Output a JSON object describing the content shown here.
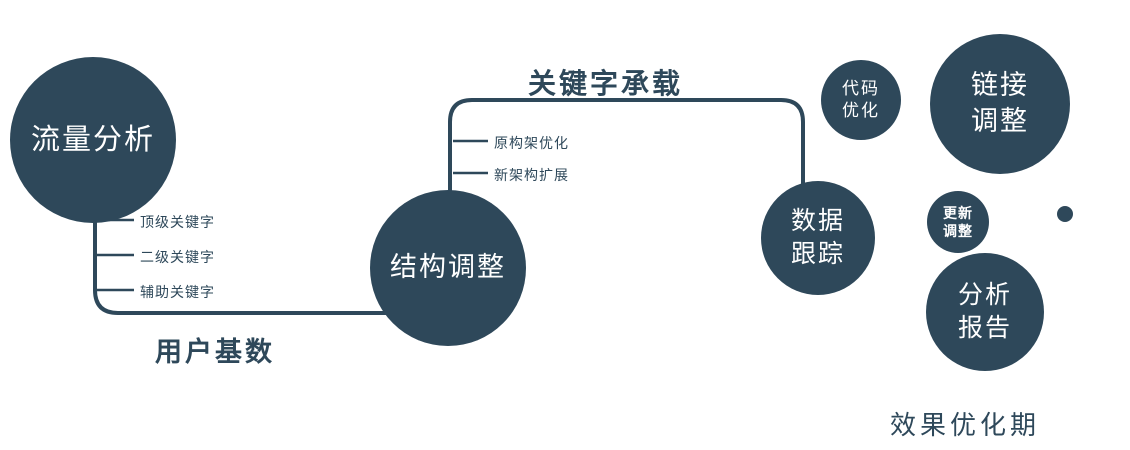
{
  "nodes": {
    "traffic": {
      "label": "流量分析"
    },
    "structure": {
      "label": "结构调整"
    },
    "data_tracking": {
      "lines": [
        "数据",
        "跟踪"
      ]
    },
    "code_optimization": {
      "lines": [
        "代码",
        "优化"
      ]
    },
    "link_adjustment": {
      "lines": [
        "链接",
        "调整"
      ]
    },
    "update_adjustment": {
      "lines": [
        "更新",
        "调整"
      ]
    },
    "analysis_report": {
      "lines": [
        "分析",
        "报告"
      ]
    }
  },
  "edge_labels": {
    "user_base": "用户基数",
    "keyword_carry": "关键字承载"
  },
  "branch_labels": {
    "traffic": [
      "顶级关键字",
      "二级关键字",
      "辅助关键字"
    ],
    "structure": [
      "原构架优化",
      "新架构扩展"
    ]
  },
  "footer": "效果优化期",
  "colors": {
    "primary": "#2e485a",
    "background": "#ffffff"
  }
}
